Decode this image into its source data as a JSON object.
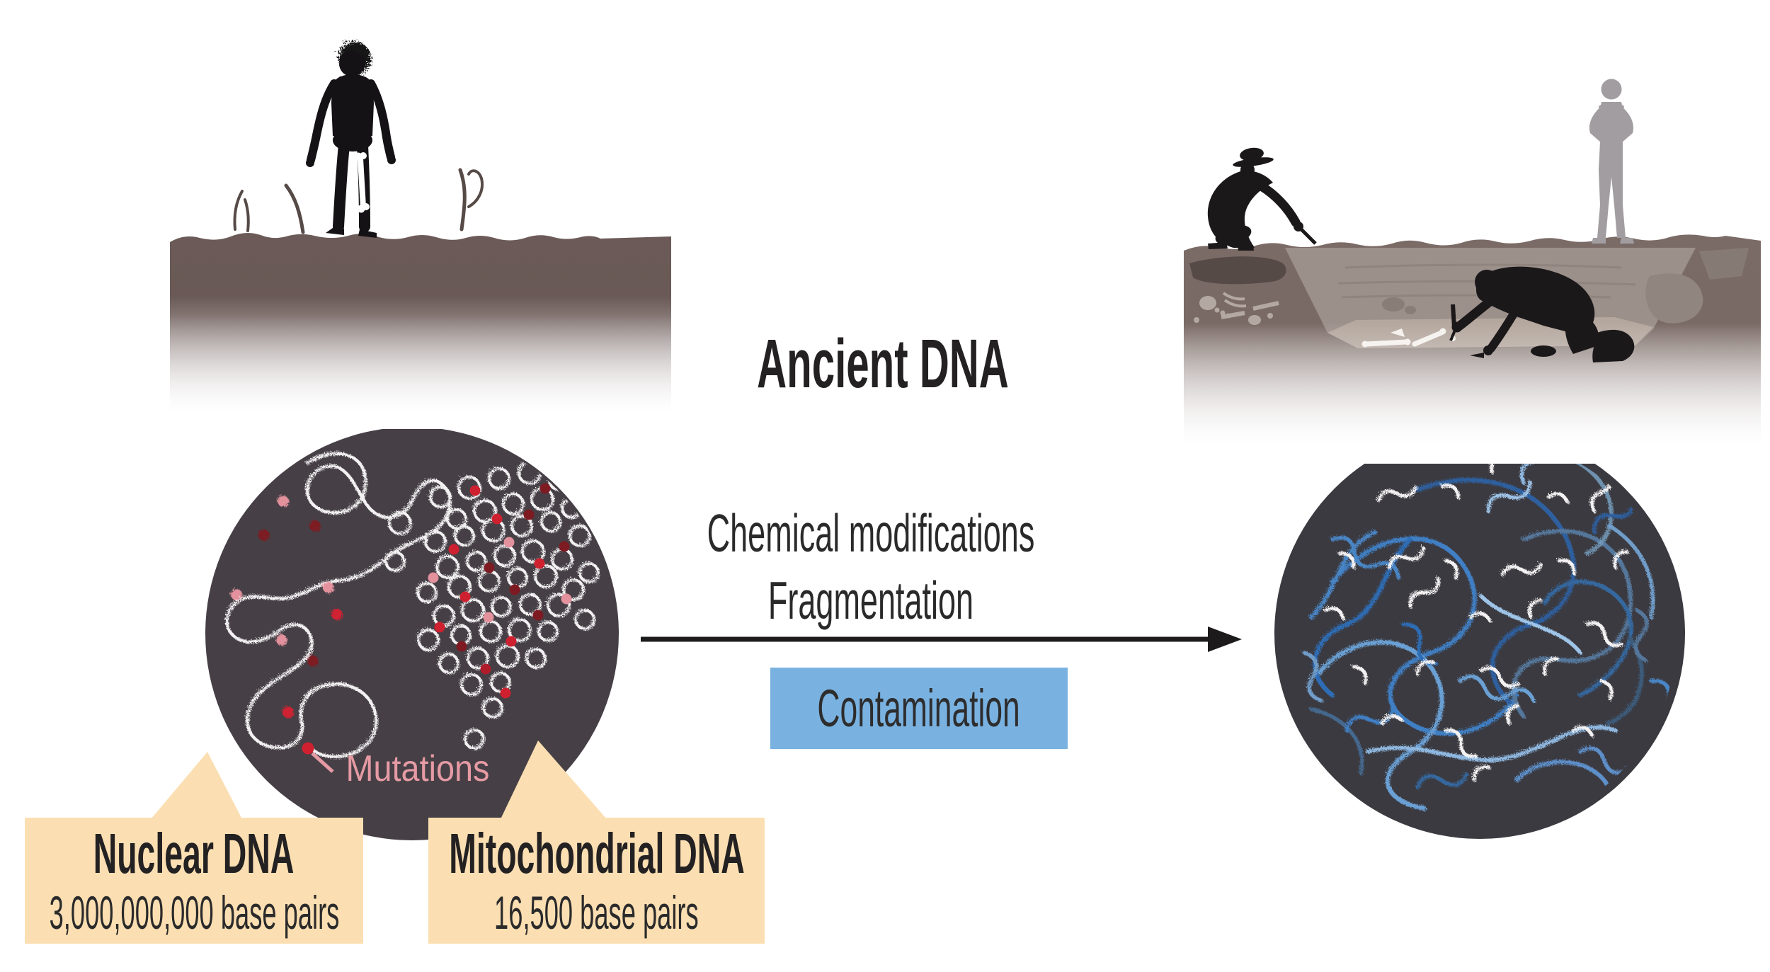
{
  "title": "Ancient DNA",
  "process": {
    "line1": "Chemical modifications",
    "line2": "Fragmentation"
  },
  "contamination_label": "Contamination",
  "mutations_label": "Mutations",
  "callouts": {
    "nuclear": {
      "title": "Nuclear DNA",
      "subtitle": "3,000,000,000 base pairs"
    },
    "mitochondrial": {
      "title": "Mitochondrial DNA",
      "subtitle": "16,500 base pairs"
    }
  },
  "icons": {
    "left_magnifier": "magnifier-circle-ancient-cell",
    "right_magnifier": "magnifier-circle-degraded-dna",
    "arrow": "arrow-right-icon",
    "hominin": "hominin-silhouette",
    "excavation": "excavation-scene"
  },
  "colors": {
    "contamination_bg": "#79b2e0",
    "callout_bg": "#fbdfb2",
    "mutations_pink": "#e59aa4",
    "mutation_red": "#cf2030",
    "mutation_dark_red": "#7d1a22",
    "mutation_light_pink": "#e2919d",
    "circle_dark_left": "#464046",
    "circle_dark_right": "#3b3a40",
    "soil_left": "#6b5a57",
    "soil_right": "#7b6b66",
    "dna_white": "#f3f1f2",
    "dna_blue": "#3f7fc4",
    "arrow_black": "#1c1a1b"
  }
}
